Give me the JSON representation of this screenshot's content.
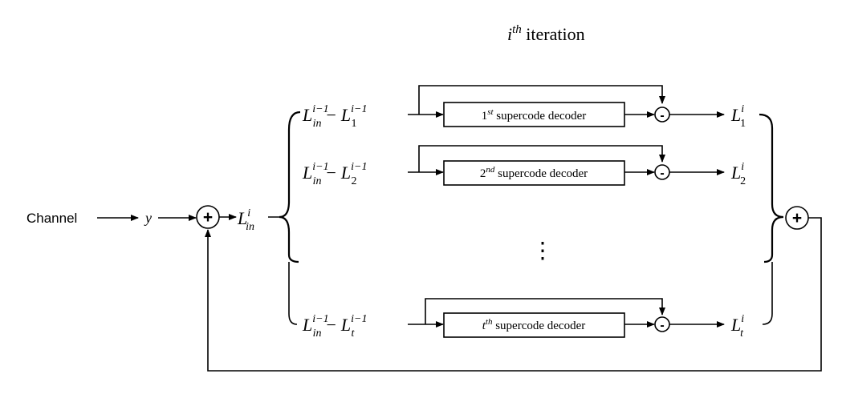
{
  "title": {
    "base": "i",
    "sup": "th",
    "rest": " iteration"
  },
  "input": {
    "channel": "Channel",
    "y": "y"
  },
  "combined": {
    "base": "L",
    "sup": "i",
    "sub": "in"
  },
  "minus_sign": "−",
  "branches": [
    {
      "id": "1",
      "input_a": {
        "base": "L",
        "sup": "i−1",
        "sub": "in"
      },
      "input_b": {
        "base": "L",
        "sup": "i−1",
        "sub": "1"
      },
      "decoder": {
        "base": "1",
        "sup": "st",
        "rest": " supercode decoder"
      },
      "subtract_symbol": "-",
      "output": {
        "base": "L",
        "sup": "i",
        "sub": "1"
      }
    },
    {
      "id": "2",
      "input_a": {
        "base": "L",
        "sup": "i−1",
        "sub": "in"
      },
      "input_b": {
        "base": "L",
        "sup": "i−1",
        "sub": "2"
      },
      "decoder": {
        "base": "2",
        "sup": "nd",
        "rest": " supercode decoder"
      },
      "subtract_symbol": "-",
      "output": {
        "base": "L",
        "sup": "i",
        "sub": "2"
      }
    },
    {
      "id": "t",
      "input_a": {
        "base": "L",
        "sup": "i−1",
        "sub": "in"
      },
      "input_b": {
        "base": "L",
        "sup": "i−1",
        "sub": "t"
      },
      "decoder": {
        "base": "t",
        "sup": "th",
        "rest": " supercode decoder"
      },
      "subtract_symbol": "-",
      "output": {
        "base": "L",
        "sup": "i",
        "sub": "t"
      }
    }
  ],
  "ellipsis": "⋮",
  "adders": {
    "input_symbol": "+",
    "output_symbol": "+"
  }
}
